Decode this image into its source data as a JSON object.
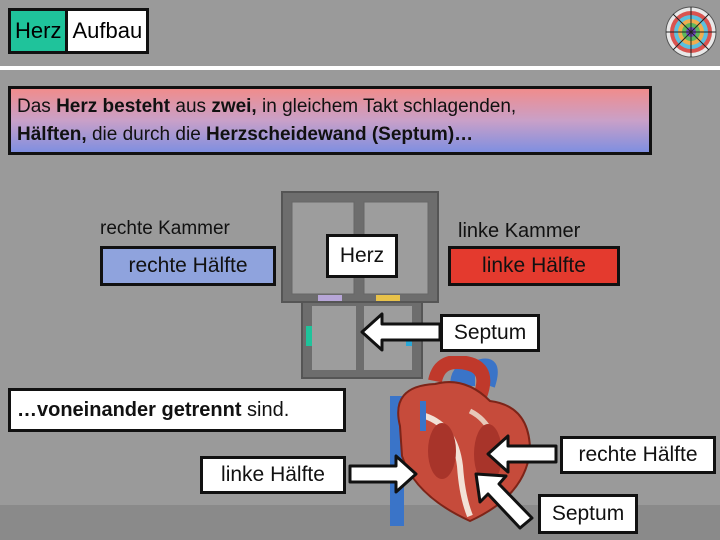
{
  "header": {
    "title_word1": "Herz",
    "title_word2": "Aufbau",
    "logo_icon": "mandala-rosette-icon"
  },
  "intro": {
    "p1": "Das ",
    "b1": "Herz besteht",
    "p2": " aus ",
    "b2": "zwei,",
    "p3": " in gleichem Takt schlagenden,",
    "b3": "Hälften,",
    "p4": " die durch die ",
    "b4": "Herzscheidewand (Septum)…"
  },
  "diagram": {
    "rechte_kammer": "rechte Kammer",
    "rechte_haelfte": "rechte Hälfte",
    "herz": "Herz",
    "linke_kammer": "linke Kammer",
    "linke_haelfte": "linke Hälfte",
    "septum": "Septum"
  },
  "bottom": {
    "b_getrennt": "…voneinander getrennt",
    "p_sind": " sind.",
    "linke_haelfte": "linke Hälfte",
    "rechte_haelfte": "rechte Hälfte",
    "septum": "Septum"
  },
  "colors": {
    "accent_green": "#1fc39b",
    "blue_box": "#8fa3dd",
    "red_box": "#e43a2e",
    "gradient_top": "#f08c8c",
    "gradient_bottom": "#7f8fe0"
  }
}
